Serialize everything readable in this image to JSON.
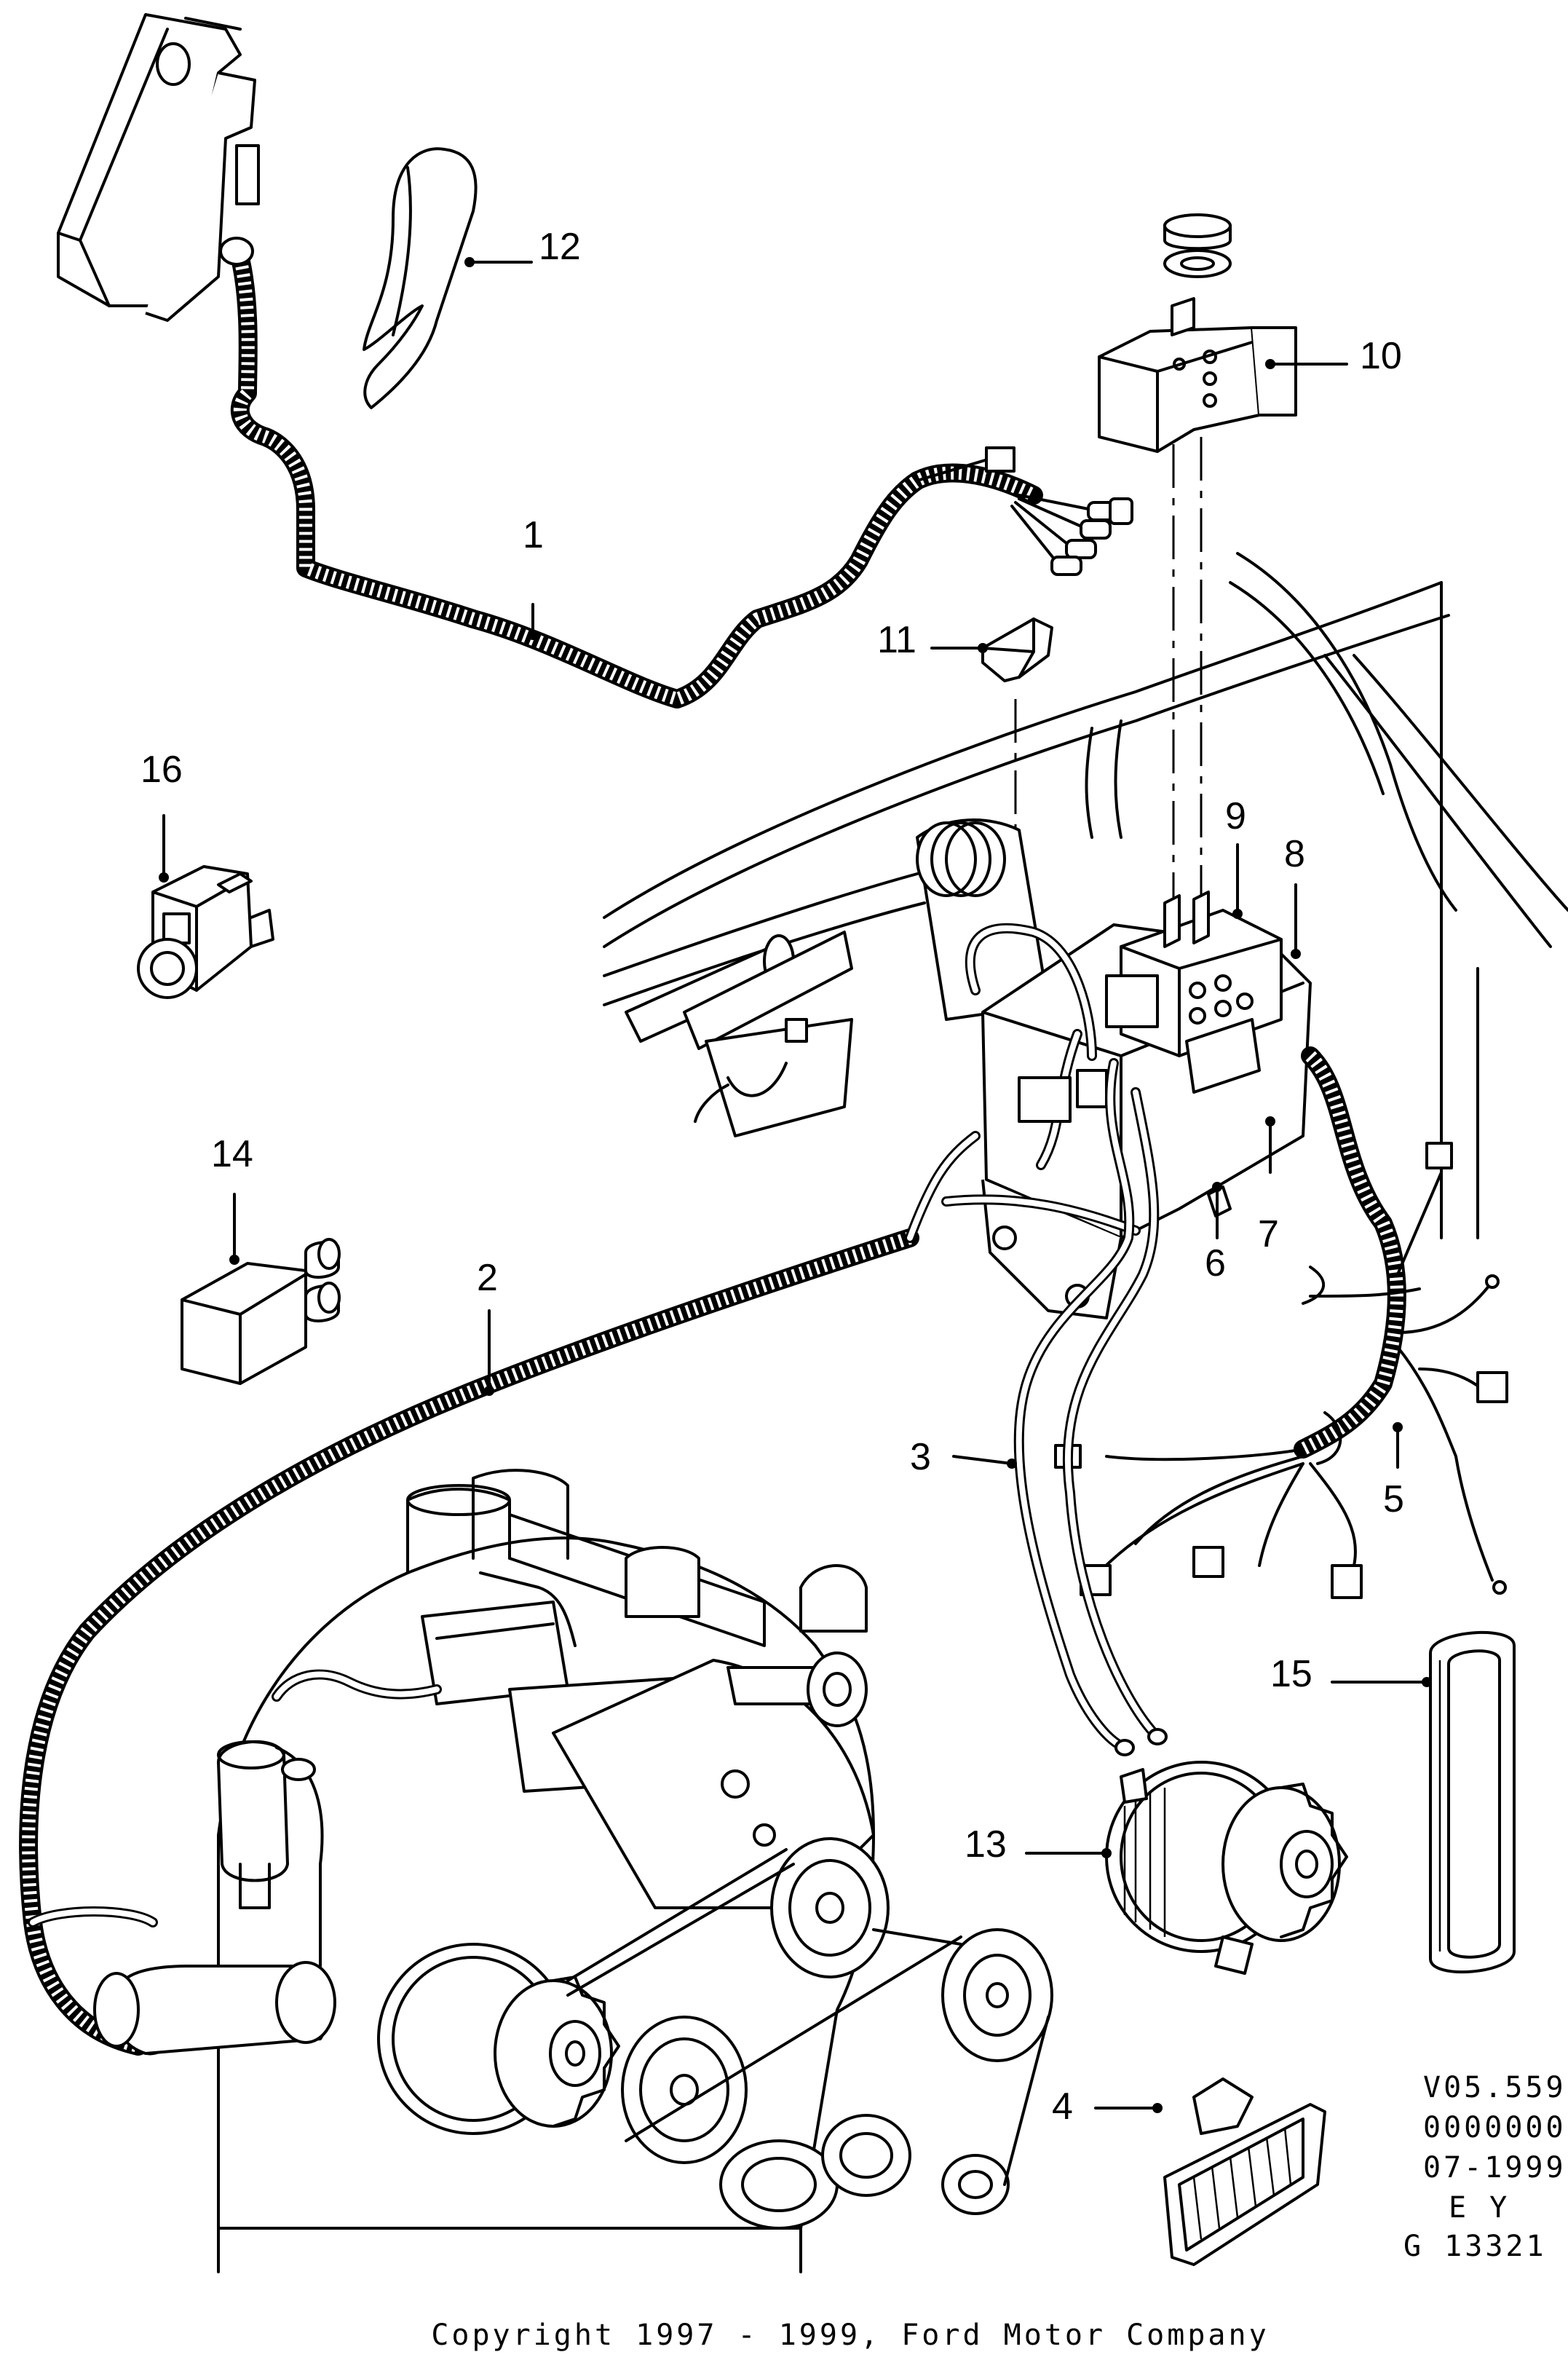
{
  "callouts": [
    {
      "id": "1",
      "label": "1"
    },
    {
      "id": "2",
      "label": "2"
    },
    {
      "id": "3",
      "label": "3"
    },
    {
      "id": "4",
      "label": "4"
    },
    {
      "id": "5",
      "label": "5"
    },
    {
      "id": "6",
      "label": "6"
    },
    {
      "id": "7",
      "label": "7"
    },
    {
      "id": "8",
      "label": "8"
    },
    {
      "id": "9",
      "label": "9"
    },
    {
      "id": "10",
      "label": "10"
    },
    {
      "id": "11",
      "label": "11"
    },
    {
      "id": "12",
      "label": "12"
    },
    {
      "id": "13",
      "label": "13"
    },
    {
      "id": "14",
      "label": "14"
    },
    {
      "id": "15",
      "label": "15"
    },
    {
      "id": "16",
      "label": "16"
    }
  ],
  "reference_block": {
    "line1": "V05.559",
    "line2": "0000000",
    "line3": "07-1999",
    "line4": "E Y",
    "line5": "G 13321 0"
  },
  "copyright": "Copyright 1997 - 1999, Ford Motor Company"
}
